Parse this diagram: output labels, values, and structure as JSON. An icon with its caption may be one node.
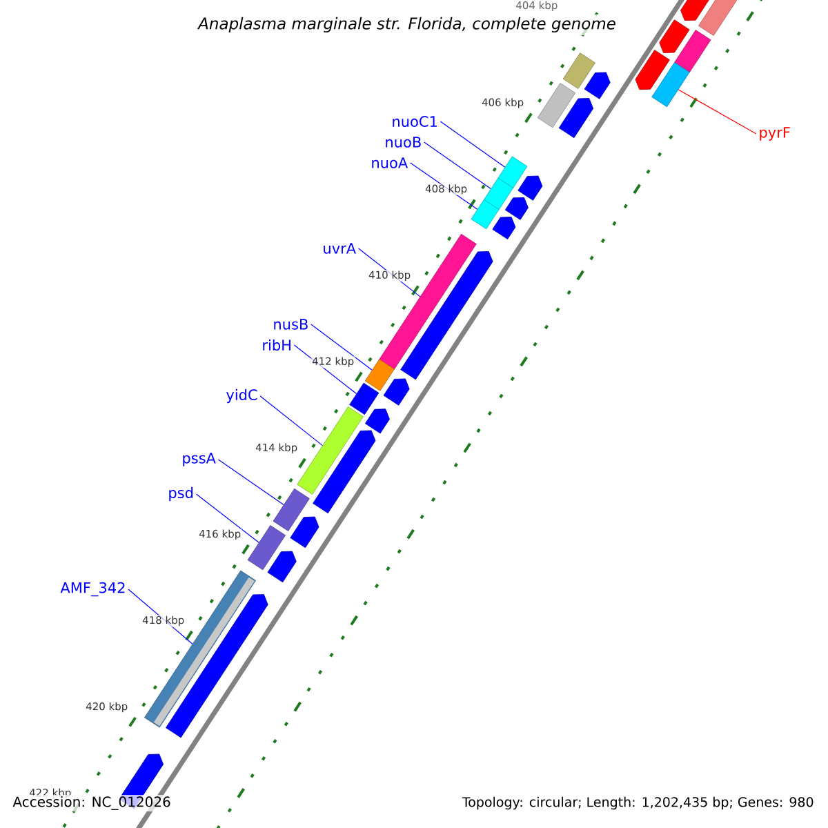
{
  "diagram": {
    "title": "Anaplasma marginale str. Florida, complete genome",
    "nodes": [
      {
        "text": [
          "nuoC1"
        ]
      },
      {
        "text": [
          "pyrF"
        ]
      },
      {
        "text": [
          "nuoB"
        ]
      },
      {
        "text": [
          "nuoA"
        ]
      },
      {
        "text": [
          "uvrA"
        ]
      },
      {
        "text": [
          "nusB"
        ]
      },
      {
        "text": [
          "ribH"
        ]
      },
      {
        "text": [
          "yidC"
        ]
      },
      {
        "text": [
          "pssA"
        ]
      },
      {
        "text": [
          "psd"
        ]
      },
      {
        "text": [
          "AMF_342"
        ]
      },
      {
        "text": [],
        "shape": "bar"
      },
      {
        "text": [],
        "shape": "pentagon"
      },
      {
        "text": [],
        "shape": "bar"
      },
      {
        "text": [],
        "shape": "pentagon"
      },
      {
        "text": [],
        "shape": "pentagon"
      },
      {
        "text": [],
        "shape": "bar"
      },
      {
        "text": [],
        "shape": "pentagon"
      },
      {
        "text": [],
        "shape": "bar"
      },
      {
        "text": [],
        "shape": "bar"
      },
      {
        "text": [],
        "shape": "pentagon"
      },
      {
        "text": [],
        "shape": "bar"
      },
      {
        "text": [],
        "shape": "bar"
      },
      {
        "text": [],
        "shape": "bar"
      },
      {
        "text": [],
        "shape": "pentagon"
      },
      {
        "text": [],
        "shape": "pentagon"
      },
      {
        "text": [],
        "shape": "pentagon"
      },
      {
        "text": [],
        "shape": "bar"
      },
      {
        "text": [],
        "shape": "pentagon"
      },
      {
        "text": [],
        "shape": "bar"
      },
      {
        "text": [],
        "shape": "pentagon"
      },
      {
        "text": [],
        "shape": "bar"
      },
      {
        "text": [],
        "shape": "pentagon"
      },
      {
        "text": [],
        "shape": "bar"
      },
      {
        "text": [],
        "shape": "pentagon"
      },
      {
        "text": [],
        "shape": "bar"
      },
      {
        "text": [],
        "shape": "pentagon"
      },
      {
        "text": [],
        "shape": "bar"
      },
      {
        "text": [],
        "shape": "pentagon"
      },
      {
        "text": [],
        "shape": "bar"
      },
      {
        "text": [],
        "shape": "pentagon"
      },
      {
        "text": [],
        "shape": "pentagon"
      }
    ],
    "edges": [
      {
        "from": 0,
        "to": 21,
        "arrow": "none"
      },
      {
        "from": 1,
        "to": 18,
        "arrow": "none",
        "color": "#ff0000"
      },
      {
        "from": 2,
        "to": 22,
        "arrow": "none"
      },
      {
        "from": 3,
        "to": 23,
        "arrow": "none"
      },
      {
        "from": 4,
        "to": 27,
        "arrow": "none"
      },
      {
        "from": 5,
        "to": 29,
        "arrow": "none"
      },
      {
        "from": 6,
        "to": 31,
        "arrow": "none"
      },
      {
        "from": 7,
        "to": 33,
        "arrow": "none"
      },
      {
        "from": 8,
        "to": 35,
        "arrow": "none"
      },
      {
        "from": 9,
        "to": 37,
        "arrow": "none"
      },
      {
        "from": 10,
        "to": 39,
        "arrow": "none"
      }
    ],
    "labels": [
      "404 kbp",
      "406 kbp",
      "408 kbp",
      "410 kbp",
      "412 kbp",
      "414 kbp",
      "416 kbp",
      "418 kbp",
      "420 kbp",
      "422 kbp",
      "Accession: NC_012026",
      "Topology: circular; Length: 1,202,435 bp; Genes: 980"
    ]
  }
}
